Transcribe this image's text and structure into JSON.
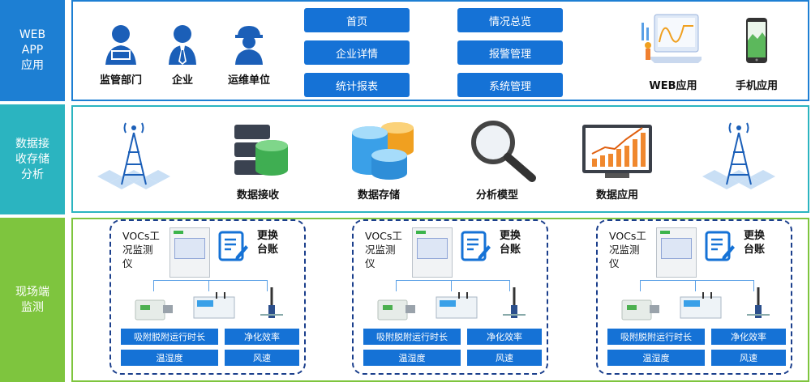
{
  "sections": {
    "web_app": "WEB\nAPP\n应用",
    "data_receive": "数据接\n收存储\n分析",
    "field_monitor": "现场端\n监测"
  },
  "users": [
    "监管部门",
    "企业",
    "运维单位"
  ],
  "nav": [
    "首页",
    "情况总览",
    "企业详情",
    "报警管理",
    "统计报表",
    "系统管理"
  ],
  "apps": [
    "WEB应用",
    "手机应用"
  ],
  "pipeline": [
    "数据接收",
    "数据存储",
    "分析模型",
    "数据应用"
  ],
  "station": {
    "title": "VOCs工\n况监测\n仪",
    "swap": "更换\n台账",
    "metrics": [
      "吸附脱附运行时长",
      "净化效率",
      "温湿度",
      "风速"
    ]
  },
  "colors": {
    "web_app": "#1d7fd3",
    "data_receive": "#2bb4c0",
    "field_monitor": "#7ec53e",
    "button": "#1572d6"
  }
}
